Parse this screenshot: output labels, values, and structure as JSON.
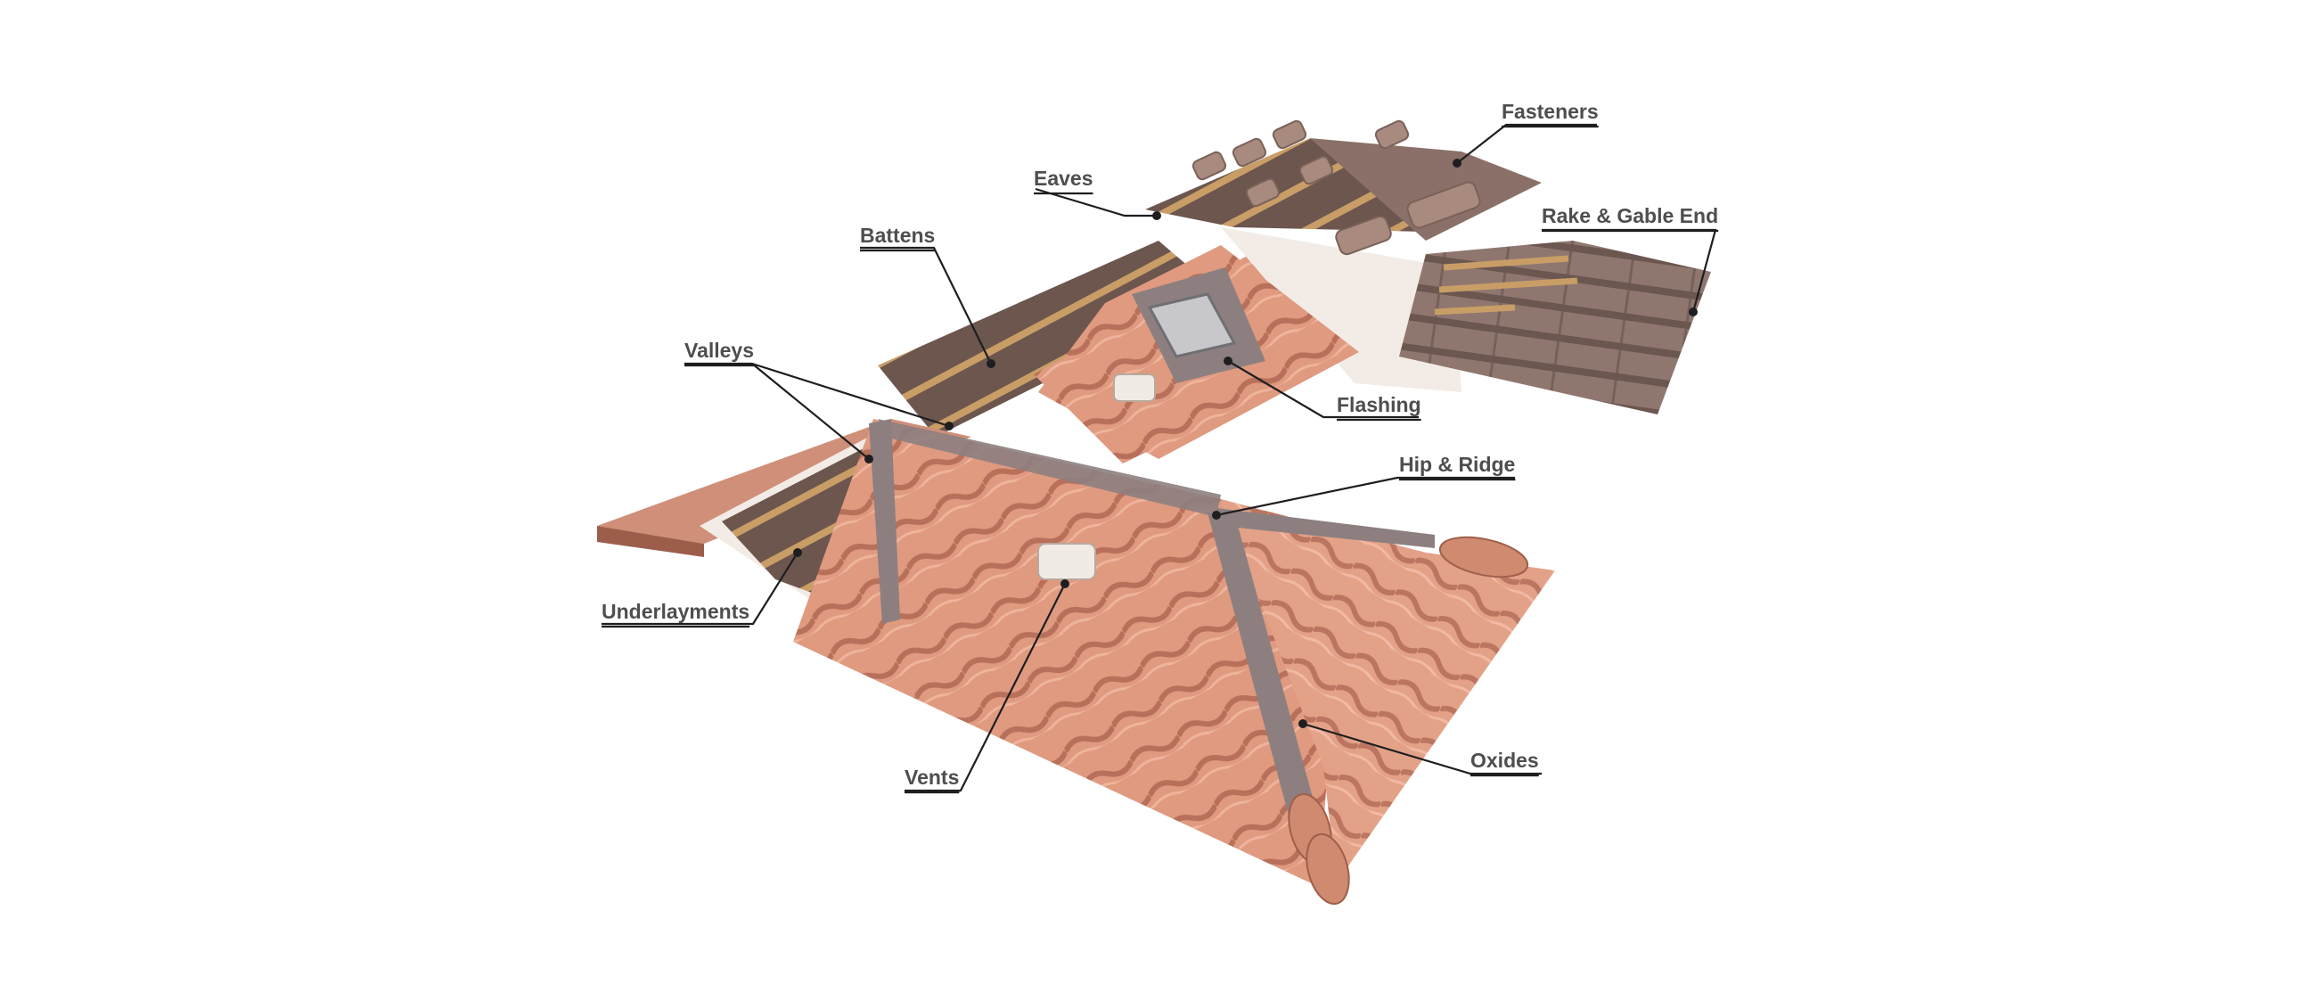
{
  "diagram": {
    "callouts": [
      {
        "id": "fasteners",
        "label": "Fasteners"
      },
      {
        "id": "eaves",
        "label": "Eaves"
      },
      {
        "id": "battens",
        "label": "Battens"
      },
      {
        "id": "rake-gable-end",
        "label": "Rake & Gable End"
      },
      {
        "id": "valleys",
        "label": "Valleys"
      },
      {
        "id": "flashing",
        "label": "Flashing"
      },
      {
        "id": "hip-ridge",
        "label": "Hip & Ridge"
      },
      {
        "id": "underlayments",
        "label": "Underlayments"
      },
      {
        "id": "oxides",
        "label": "Oxides"
      },
      {
        "id": "vents",
        "label": "Vents"
      }
    ]
  },
  "colors": {
    "tile_light": "#e4a086",
    "tile_mid": "#d48a6e",
    "tile_dark": "#b66a52",
    "underlayment": "#6e574f",
    "batten": "#c69a64",
    "flashing": "#8d7f7f",
    "wall": "#f3ece6",
    "label": "#4e4e50",
    "leader": "#1e1e20"
  }
}
